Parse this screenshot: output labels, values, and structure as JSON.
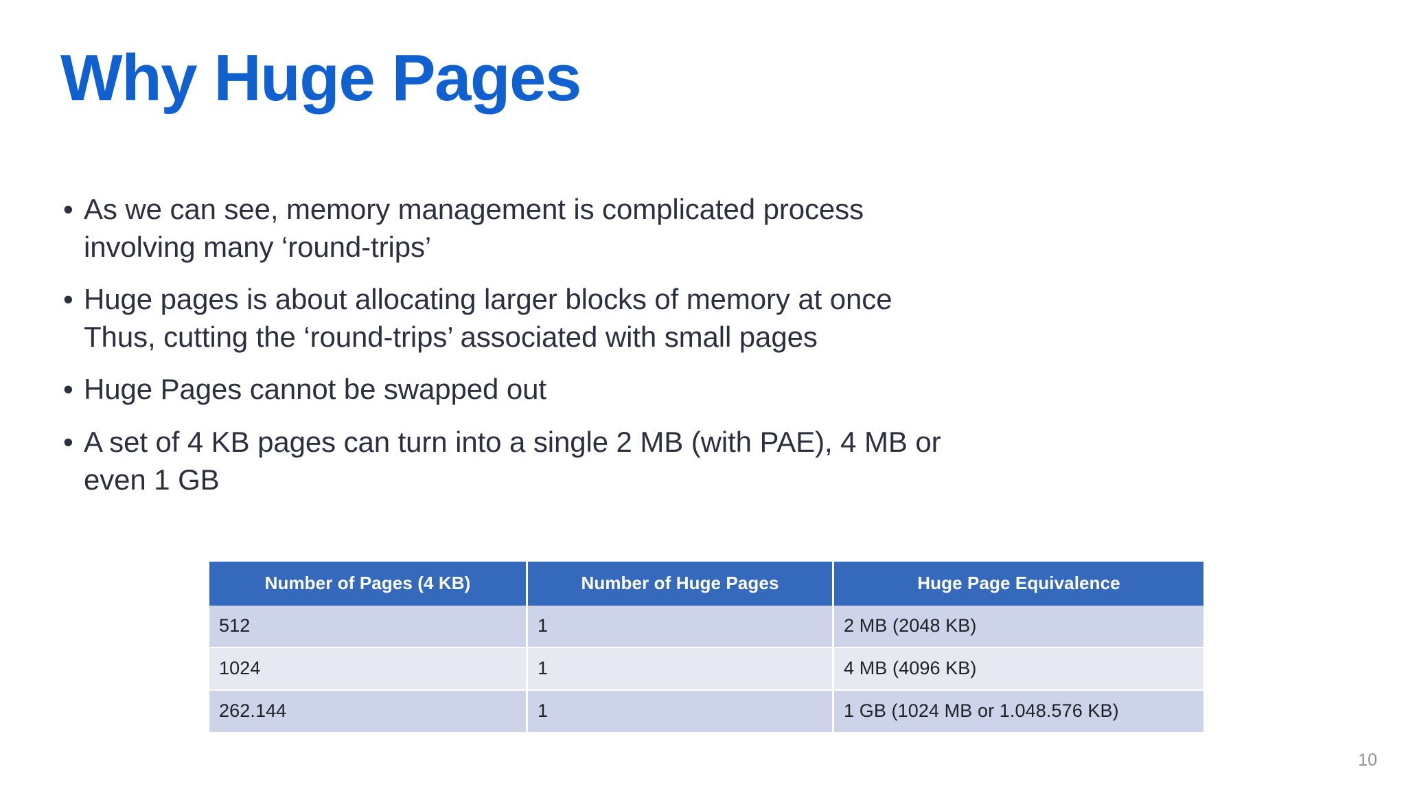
{
  "slide": {
    "title": "Why Huge Pages",
    "page_number": "10",
    "bullet_glyph": "•",
    "colors": {
      "title_blue": "#1060d0",
      "body_text": "#2b2f3e",
      "table_header_blue": "#3569bc",
      "row_odd": "#cdd3e8",
      "row_even": "#e7e9f2",
      "page_number_gray": "#909090",
      "background": "#ffffff"
    }
  },
  "bullets": [
    {
      "lines": [
        "As we can see, memory management is complicated process",
        "involving many ‘round-trips’"
      ]
    },
    {
      "lines": [
        "Huge pages is about allocating larger blocks of memory at once",
        "Thus, cutting the ‘round-trips’ associated with small pages"
      ]
    },
    {
      "lines": [
        "Huge Pages cannot be swapped out"
      ]
    },
    {
      "lines": [
        "A set of 4 KB pages can turn into a single 2 MB (with PAE), 4 MB or",
        "even 1 GB"
      ]
    }
  ],
  "table": {
    "headers": [
      "Number of Pages (4 KB)",
      "Number of Huge Pages",
      "Huge Page Equivalence"
    ],
    "rows": [
      [
        "512",
        "1",
        "2 MB (2048 KB)"
      ],
      [
        "1024",
        "1",
        "4 MB (4096 KB)"
      ],
      [
        "262.144",
        "1",
        "1 GB (1024 MB or 1.048.576 KB)"
      ]
    ]
  }
}
